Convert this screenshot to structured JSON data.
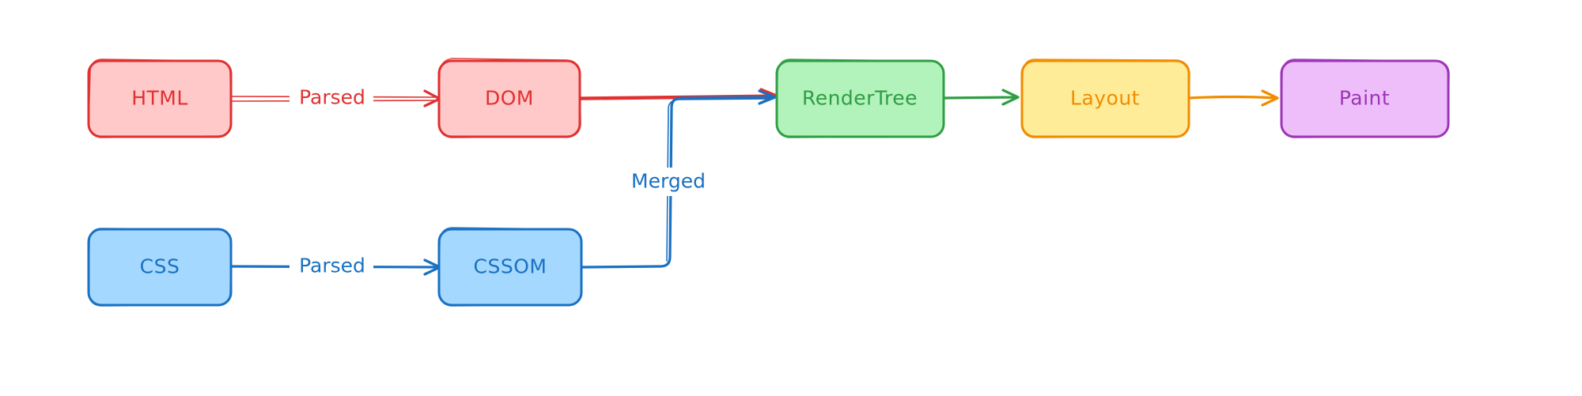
{
  "diagram": {
    "nodes": {
      "html": {
        "label": "HTML",
        "stroke": "#e03131",
        "fill": "#ffc9c9"
      },
      "dom": {
        "label": "DOM",
        "stroke": "#e03131",
        "fill": "#ffc9c9"
      },
      "css": {
        "label": "CSS",
        "stroke": "#1971c2",
        "fill": "#a5d8ff"
      },
      "cssom": {
        "label": "CSSOM",
        "stroke": "#1971c2",
        "fill": "#a5d8ff"
      },
      "rendertree": {
        "label": "RenderTree",
        "stroke": "#2f9e44",
        "fill": "#b2f2bb"
      },
      "layout": {
        "label": "Layout",
        "stroke": "#f08c00",
        "fill": "#ffec99"
      },
      "paint": {
        "label": "Paint",
        "stroke": "#9c36b5",
        "fill": "#eebefa"
      }
    },
    "edges": {
      "html_dom": {
        "label": "Parsed",
        "color": "#e03131"
      },
      "css_cssom": {
        "label": "Parsed",
        "color": "#1971c2"
      },
      "dom_rendertree": {
        "label": "",
        "color": "#e03131"
      },
      "cssom_rendertree": {
        "label": "Merged",
        "color": "#1971c2"
      },
      "rendertree_layout": {
        "label": "",
        "color": "#2f9e44"
      },
      "layout_paint": {
        "label": "",
        "color": "#f08c00"
      }
    }
  }
}
